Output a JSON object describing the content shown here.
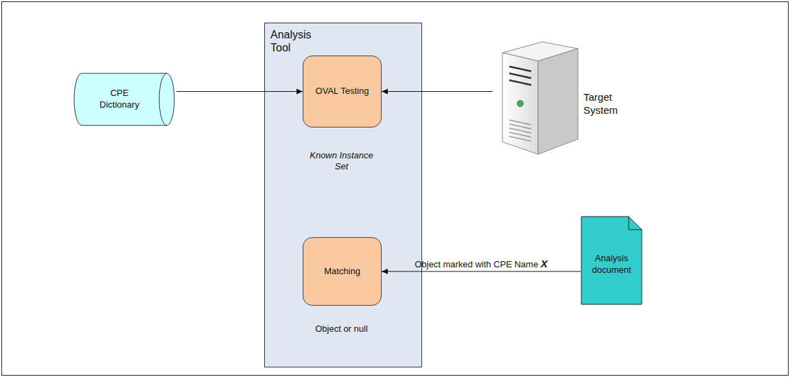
{
  "diagram": {
    "nodes": [
      {
        "text": [
          "CPE Dictionary"
        ]
      },
      {
        "text": [
          "Analysis Tool"
        ]
      },
      {
        "text": [
          "OVAL Testing"
        ],
        "in": 1
      },
      {
        "text": [
          "Matching"
        ],
        "in": 1
      },
      {
        "text": [
          "Target System"
        ]
      },
      {
        "text": [
          "Analysis document"
        ]
      }
    ],
    "edges": [
      {
        "from": 0,
        "to": 2,
        "arrow": "to"
      },
      {
        "from": 4,
        "to": 2,
        "arrow": "to"
      },
      {
        "from": 5,
        "to": 3,
        "label": "Object marked with CPE Name X",
        "arrow": "to"
      }
    ],
    "labels": [
      "Known Instance Set",
      "Object or null"
    ]
  }
}
